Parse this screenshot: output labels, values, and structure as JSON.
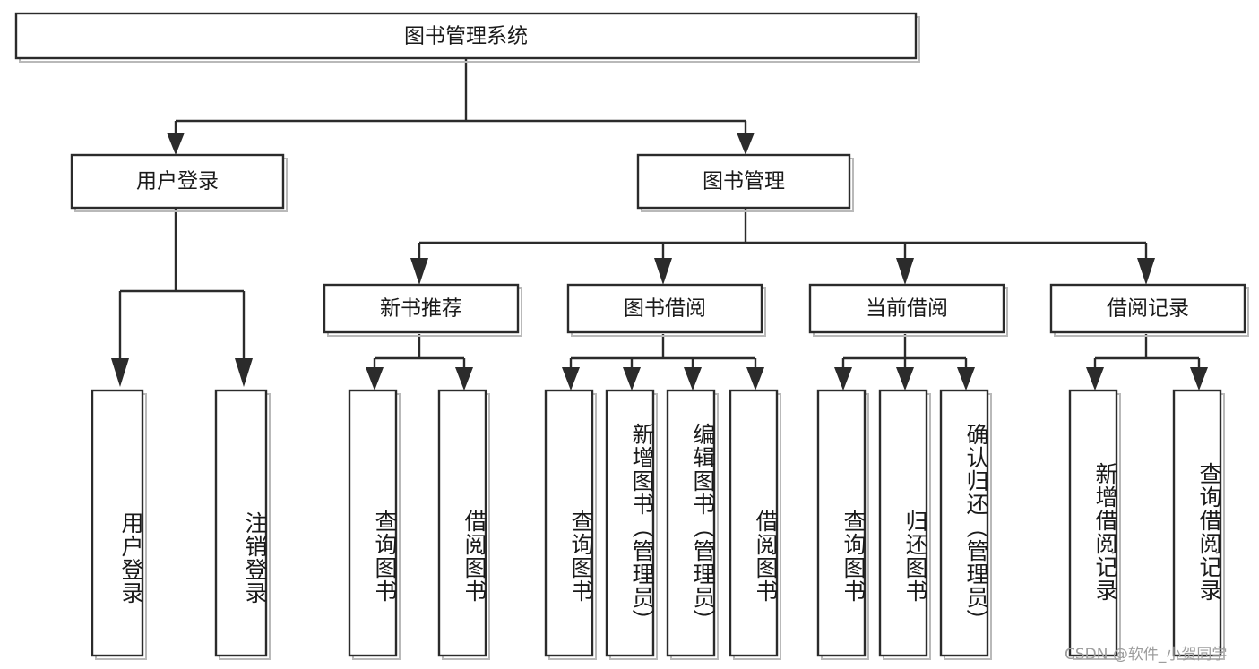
{
  "diagram": {
    "type": "tree-hierarchy",
    "title": "图书管理系统",
    "orientation": "top-down",
    "background_color": "#ffffff",
    "box_stroke_color": "#2b2b2b",
    "box_fill_color": "#ffffff",
    "text_color": "#1a1a1a",
    "root": {
      "id": "root",
      "label": "图书管理系统",
      "orientation": "horizontal"
    },
    "level1": [
      {
        "id": "user-login",
        "label": "用户登录",
        "orientation": "horizontal"
      },
      {
        "id": "book-manage",
        "label": "图书管理",
        "orientation": "horizontal"
      }
    ],
    "level2": [
      {
        "id": "new-book-recommend",
        "label": "新书推荐",
        "orientation": "horizontal",
        "parent": "book-manage"
      },
      {
        "id": "book-borrow",
        "label": "图书借阅",
        "orientation": "horizontal",
        "parent": "book-manage"
      },
      {
        "id": "current-borrow",
        "label": "当前借阅",
        "orientation": "horizontal",
        "parent": "book-manage"
      },
      {
        "id": "borrow-record",
        "label": "借阅记录",
        "orientation": "horizontal",
        "parent": "book-manage"
      }
    ],
    "leaves": [
      {
        "id": "leaf-user-login",
        "label": "用户登录",
        "orientation": "vertical",
        "parent": "user-login"
      },
      {
        "id": "leaf-logout-login",
        "label": "注销登录",
        "orientation": "vertical",
        "parent": "user-login"
      },
      {
        "id": "leaf-query-book-1",
        "label": "查询图书",
        "orientation": "vertical",
        "parent": "new-book-recommend"
      },
      {
        "id": "leaf-borrow-book-1",
        "label": "借阅图书",
        "orientation": "vertical",
        "parent": "new-book-recommend"
      },
      {
        "id": "leaf-query-book-2",
        "label": "查询图书",
        "orientation": "vertical",
        "parent": "book-borrow"
      },
      {
        "id": "leaf-add-book",
        "label": "新增图书（管理员）",
        "orientation": "vertical",
        "parent": "book-borrow"
      },
      {
        "id": "leaf-edit-book",
        "label": "编辑图书（管理员）",
        "orientation": "vertical",
        "parent": "book-borrow"
      },
      {
        "id": "leaf-borrow-book-2",
        "label": "借阅图书",
        "orientation": "vertical",
        "parent": "book-borrow"
      },
      {
        "id": "leaf-query-book-3",
        "label": "查询图书",
        "orientation": "vertical",
        "parent": "current-borrow"
      },
      {
        "id": "leaf-return-book",
        "label": "归还图书",
        "orientation": "vertical",
        "parent": "current-borrow"
      },
      {
        "id": "leaf-confirm-return",
        "label": "确认归还（管理员）",
        "orientation": "vertical",
        "parent": "current-borrow"
      },
      {
        "id": "leaf-add-record",
        "label": "新增借阅记录",
        "orientation": "vertical",
        "parent": "borrow-record"
      },
      {
        "id": "leaf-query-record",
        "label": "查询借阅记录",
        "orientation": "vertical",
        "parent": "borrow-record"
      }
    ]
  },
  "watermark": {
    "text": "CSDN @软件_小贺同学",
    "color": "#9d9d9d"
  }
}
